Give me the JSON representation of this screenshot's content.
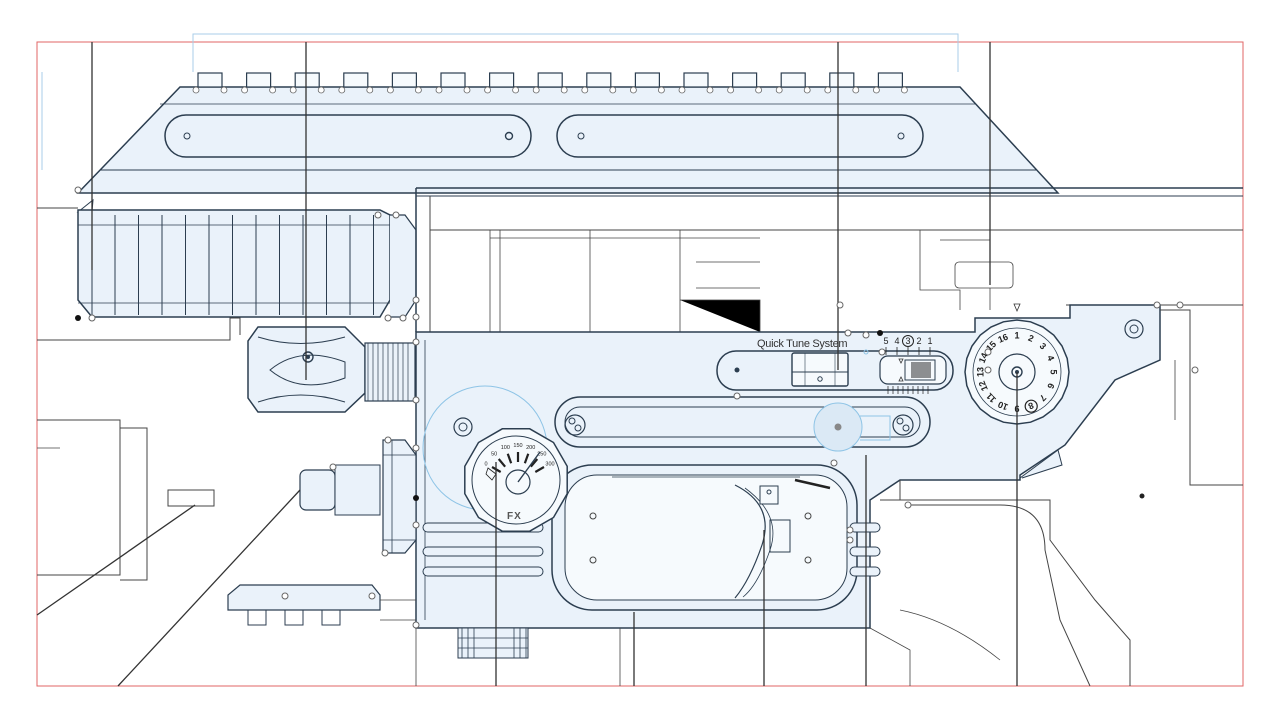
{
  "labels": {
    "quick_tune": "Quick Tune System",
    "brand": "FX"
  },
  "colors": {
    "frame": "#e06666",
    "outline": "#2c3e50",
    "thin": "#444444",
    "fill": "#eaf2fa",
    "highlight": "#8ec4e6",
    "leader": "#333333"
  },
  "quick_tune_scale": [
    "5",
    "4",
    "3",
    "2",
    "1"
  ],
  "quick_tune_selected": "3",
  "dial_numbers": [
    "1",
    "2",
    "3",
    "4",
    "5",
    "6",
    "7",
    "8",
    "9",
    "10",
    "11",
    "12",
    "13",
    "14",
    "15",
    "16"
  ],
  "dial_selected": "8",
  "gauge_ticks": [
    "0",
    "50",
    "100",
    "150",
    "200",
    "250",
    "300"
  ]
}
